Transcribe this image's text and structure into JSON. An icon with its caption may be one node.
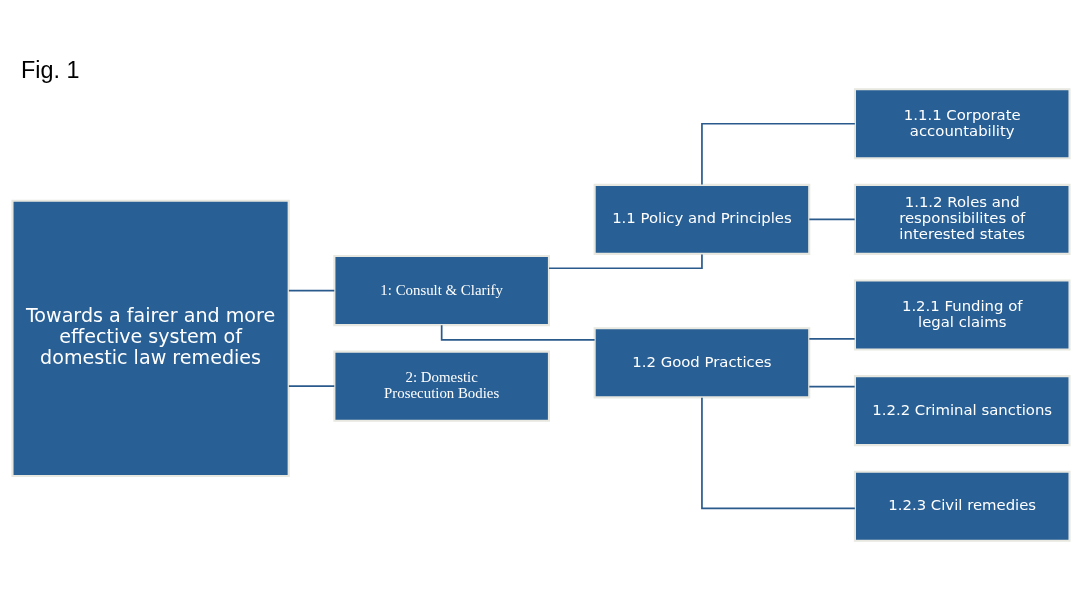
{
  "diagram": {
    "title": "Fig. 1",
    "nodes": [
      {
        "text": [
          "Towards a fairer and more effective system of domestic law remedies"
        ]
      },
      {
        "text": [
          "1: Consult & Clarify"
        ]
      },
      {
        "text": [
          "2: Domestic Prosecution Bodies"
        ]
      },
      {
        "text": [
          "1.1 Policy and Principles"
        ]
      },
      {
        "text": [
          "1.2 Good Practices"
        ]
      },
      {
        "text": [
          "1.1.1 Corporate accountability"
        ]
      },
      {
        "text": [
          "1.1.2 Roles and responsibilites of interested states"
        ]
      },
      {
        "text": [
          "1.2.1 Funding of legal claims"
        ]
      },
      {
        "text": [
          "1.2.2 Criminal sanctions"
        ]
      },
      {
        "text": [
          "1.2.3 Civil remedies"
        ]
      }
    ],
    "edges": [
      {
        "from": 0,
        "to": 1,
        "arrow": "none"
      },
      {
        "from": 0,
        "to": 2,
        "arrow": "none"
      },
      {
        "from": 1,
        "to": 3,
        "arrow": "none"
      },
      {
        "from": 1,
        "to": 4,
        "arrow": "none"
      },
      {
        "from": 3,
        "to": 5,
        "arrow": "none"
      },
      {
        "from": 3,
        "to": 6,
        "arrow": "none"
      },
      {
        "from": 4,
        "to": 7,
        "arrow": "none"
      },
      {
        "from": 4,
        "to": 8,
        "arrow": "none"
      },
      {
        "from": 4,
        "to": 9,
        "arrow": "none"
      }
    ]
  }
}
